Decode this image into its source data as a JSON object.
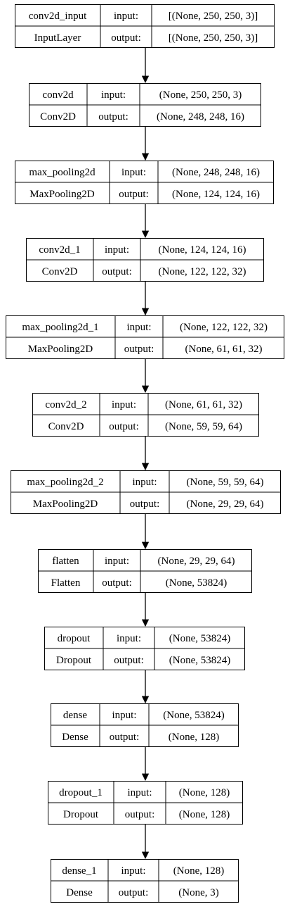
{
  "diagram": {
    "layers": [
      {
        "name": "conv2d_input",
        "type": "InputLayer",
        "input_label": "input:",
        "output_label": "output:",
        "input": "[(None, 250, 250, 3)]",
        "output": "[(None, 250, 250, 3)]"
      },
      {
        "name": "conv2d",
        "type": "Conv2D",
        "input_label": "input:",
        "output_label": "output:",
        "input": "(None, 250, 250, 3)",
        "output": "(None, 248, 248, 16)"
      },
      {
        "name": "max_pooling2d",
        "type": "MaxPooling2D",
        "input_label": "input:",
        "output_label": "output:",
        "input": "(None, 248, 248, 16)",
        "output": "(None, 124, 124, 16)"
      },
      {
        "name": "conv2d_1",
        "type": "Conv2D",
        "input_label": "input:",
        "output_label": "output:",
        "input": "(None, 124, 124, 16)",
        "output": "(None, 122, 122, 32)"
      },
      {
        "name": "max_pooling2d_1",
        "type": "MaxPooling2D",
        "input_label": "input:",
        "output_label": "output:",
        "input": "(None, 122, 122, 32)",
        "output": "(None, 61, 61, 32)"
      },
      {
        "name": "conv2d_2",
        "type": "Conv2D",
        "input_label": "input:",
        "output_label": "output:",
        "input": "(None, 61, 61, 32)",
        "output": "(None, 59, 59, 64)"
      },
      {
        "name": "max_pooling2d_2",
        "type": "MaxPooling2D",
        "input_label": "input:",
        "output_label": "output:",
        "input": "(None, 59, 59, 64)",
        "output": "(None, 29, 29, 64)"
      },
      {
        "name": "flatten",
        "type": "Flatten",
        "input_label": "input:",
        "output_label": "output:",
        "input": "(None, 29, 29, 64)",
        "output": "(None, 53824)"
      },
      {
        "name": "dropout",
        "type": "Dropout",
        "input_label": "input:",
        "output_label": "output:",
        "input": "(None, 53824)",
        "output": "(None, 53824)"
      },
      {
        "name": "dense",
        "type": "Dense",
        "input_label": "input:",
        "output_label": "output:",
        "input": "(None, 53824)",
        "output": "(None, 128)"
      },
      {
        "name": "dropout_1",
        "type": "Dropout",
        "input_label": "input:",
        "output_label": "output:",
        "input": "(None, 128)",
        "output": "(None, 128)"
      },
      {
        "name": "dense_1",
        "type": "Dense",
        "input_label": "input:",
        "output_label": "output:",
        "input": "(None, 128)",
        "output": "(None, 3)"
      }
    ]
  }
}
